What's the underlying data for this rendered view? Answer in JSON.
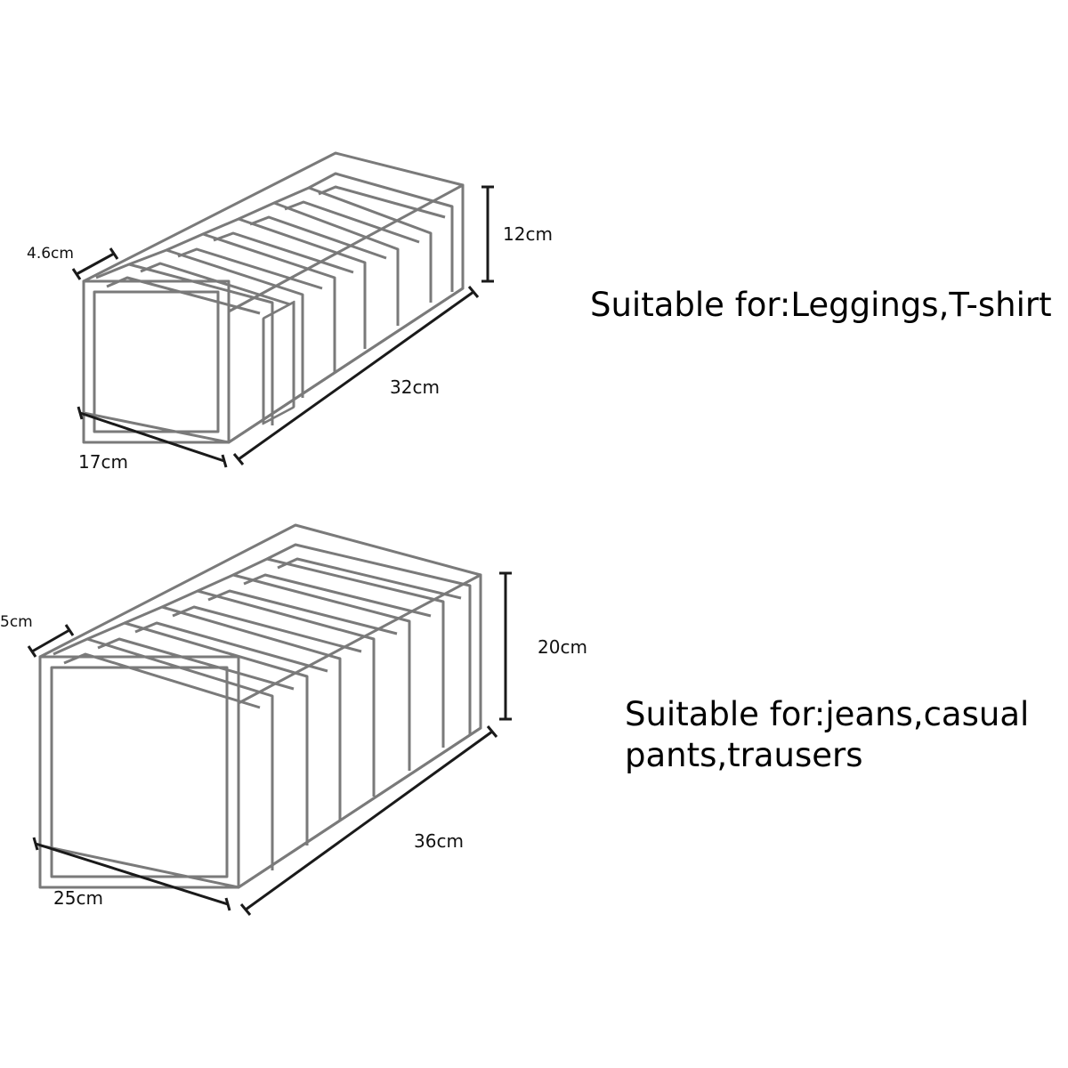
{
  "organizer_small": {
    "dimensions": {
      "compartment_width": "4.6cm",
      "height": "12cm",
      "length": "32cm",
      "width": "17cm"
    },
    "caption": "Suitable for:Leggings,T-shirt"
  },
  "organizer_large": {
    "dimensions": {
      "compartment_width": "5cm",
      "height": "20cm",
      "length": "36cm",
      "width": "25cm"
    },
    "caption_line1": "Suitable for:jeans,casual",
    "caption_line2": "pants,trausers"
  },
  "colors": {
    "outline": "#7a7a7a",
    "dimension_line": "#1a1a1a",
    "text": "#000000",
    "background": "#ffffff"
  }
}
